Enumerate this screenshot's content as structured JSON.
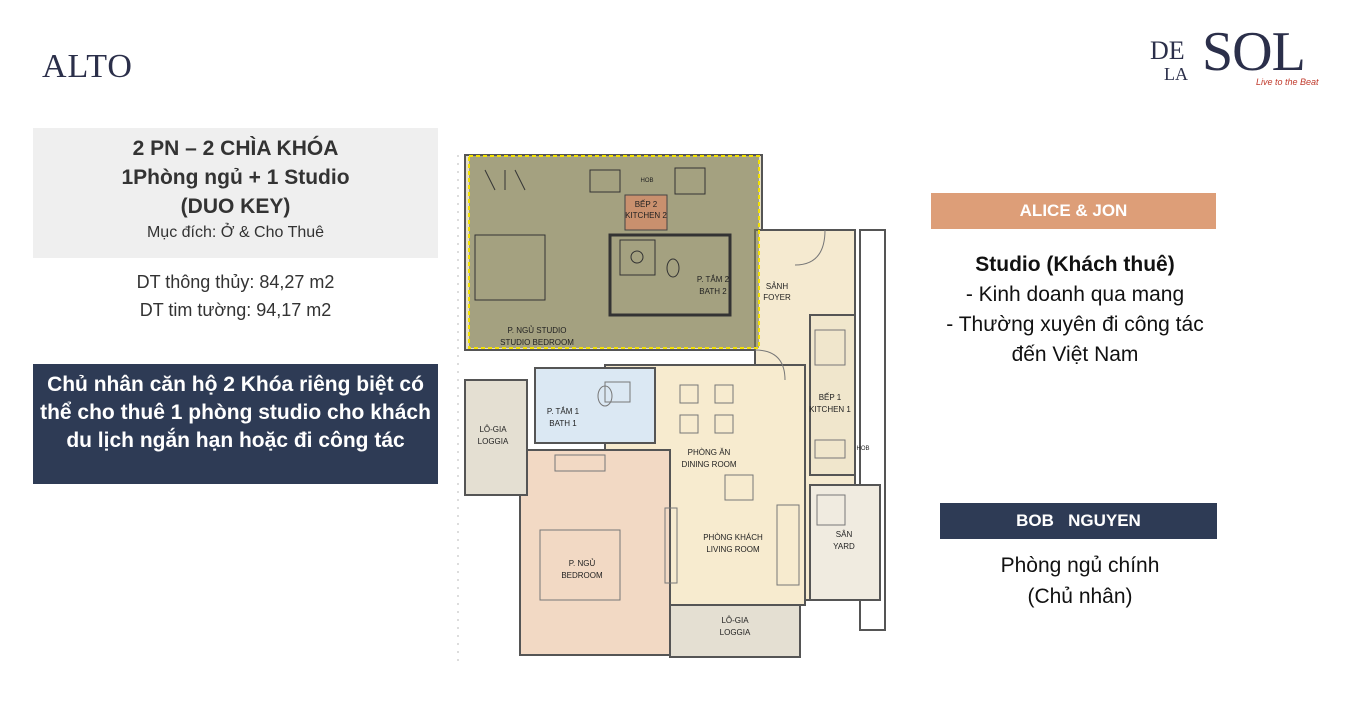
{
  "logos": {
    "left": "ALTO",
    "right_de": "DE",
    "right_la": "LA",
    "right_sol": "SOL",
    "right_tagline": "Live to the Beat"
  },
  "unit_info": {
    "line1": "2 PN – 2 CHÌA KHÓA",
    "line2": "1Phòng ngủ + 1 Studio",
    "line3": "(DUO KEY)",
    "purpose": "Mục đích: Ở & Cho Thuê"
  },
  "areas": {
    "net": "DT thông thủy: 84,27 m2",
    "gross": "DT tim tường: 94,17 m2"
  },
  "owner_note": "Chủ nhân căn hộ 2 Khóa riêng biệt có thể cho thuê 1 phòng studio cho khách du lịch  ngắn hạn hoặc đi công tác",
  "tenant": {
    "name": "ALICE & JON",
    "title": "Studio (Khách thuê)",
    "line1": "- Kinh doanh qua mang",
    "line2": "- Thường xuyên đi công tác",
    "line3": "đến Việt Nam"
  },
  "owner": {
    "name": "BOB   NGUYEN",
    "line1": "Phòng ngủ chính",
    "line2": "(Chủ nhân)"
  },
  "plan_labels": {
    "kitchen2_a": "BẾP 2",
    "kitchen2_b": "KITCHEN 2",
    "bath2_a": "P. TẮM 2",
    "bath2_b": "BATH 2",
    "studio_a": "P. NGỦ STUDIO",
    "studio_b": "STUDIO BEDROOM",
    "foyer_a": "SẢNH",
    "foyer_b": "FOYER",
    "hob1": "HOB",
    "hob2": "HOB",
    "kitchen1_a": "BẾP 1",
    "kitchen1_b": "KITCHEN 1",
    "bath1_a": "P. TẮM 1",
    "bath1_b": "BATH 1",
    "loggia1_a": "LÔ-GIA",
    "loggia1_b": "LOGGIA",
    "dining_a": "PHÒNG ĂN",
    "dining_b": "DINING ROOM",
    "living_a": "PHÒNG KHÁCH",
    "living_b": "LIVING ROOM",
    "bedroom_a": "P. NGỦ",
    "bedroom_b": "BEDROOM",
    "yard_a": "SÂN",
    "yard_b": "YARD",
    "loggia2_a": "LÔ-GIA",
    "loggia2_b": "LOGGIA"
  },
  "colors": {
    "navy": "#2e3b55",
    "peach": "#dd9e78",
    "studio_overlay": "#7a7a55",
    "highlight_border": "#f4e200"
  }
}
